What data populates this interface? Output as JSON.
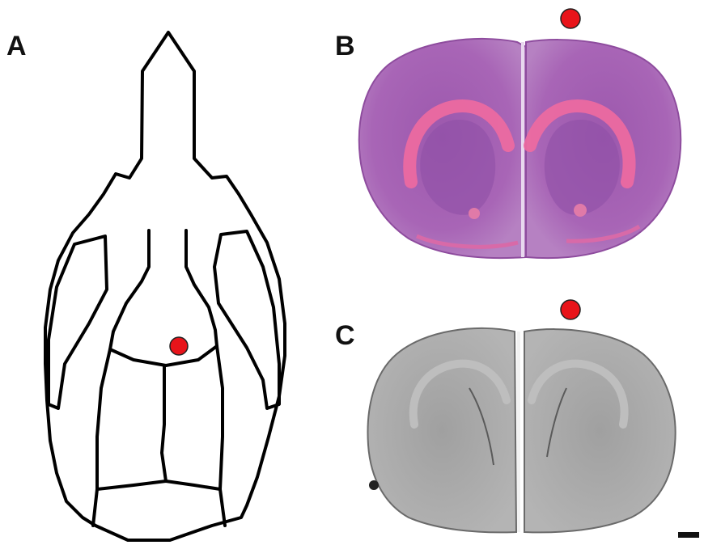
{
  "figure": {
    "panels": [
      {
        "letter": "A",
        "content": "skull-outline-dorsal-view"
      },
      {
        "letter": "B",
        "content": "coronal-brain-section-stained"
      },
      {
        "letter": "C",
        "content": "coronal-brain-section-grayscale"
      }
    ],
    "marker_color": "#e8141a",
    "marker_outline_color": "#222222",
    "stain_colors": {
      "section_b_base": "#a15fb3",
      "section_b_highlight": "#f06aa0",
      "section_c_base": "#a8a8a8",
      "outline": "#000000"
    },
    "scale_bar": "black-bar"
  }
}
